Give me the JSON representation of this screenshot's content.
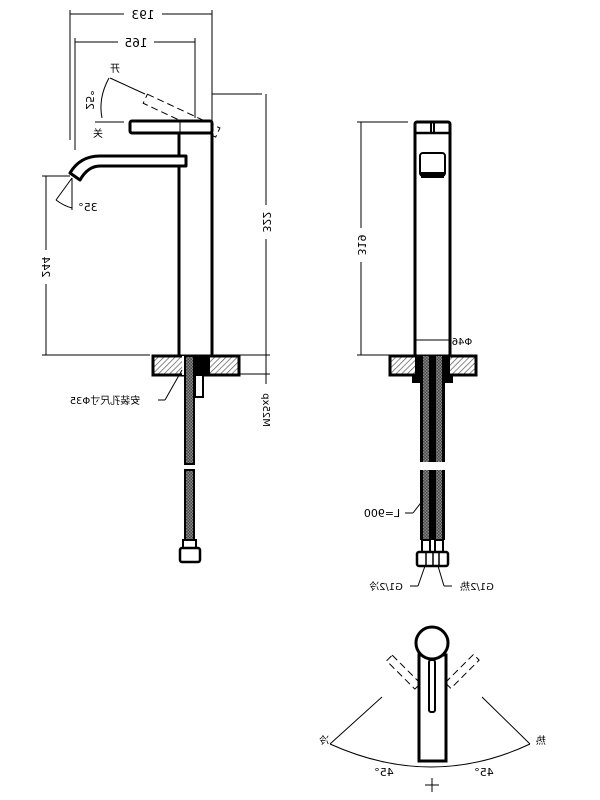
{
  "drawing": {
    "title": "Tall single-lever basin faucet - technical dimension drawing",
    "mirrored": true,
    "line_color": "#000000",
    "hatch_color": "#555555",
    "background": "#ffffff"
  },
  "side_view": {
    "dim_total_length": "193",
    "dim_spout_reach": "165",
    "dim_height": "322",
    "dim_spout_height": "244",
    "dim_thread": "M25xp",
    "angle_lever": "25°",
    "angle_spout": "35°",
    "label_open": "开",
    "label_close": "关",
    "label_mount_hole": "安装孔尺寸Φ35"
  },
  "front_view": {
    "dim_height": "319",
    "dim_body_diameter": "Φ46",
    "label_hose_length": "L=900",
    "label_cold_inlet": "G1/2冷",
    "label_hot_inlet": "G1/2热"
  },
  "top_view": {
    "angle_left": "45°",
    "angle_right": "45°",
    "label_cold": "冷",
    "label_hot": "热"
  }
}
